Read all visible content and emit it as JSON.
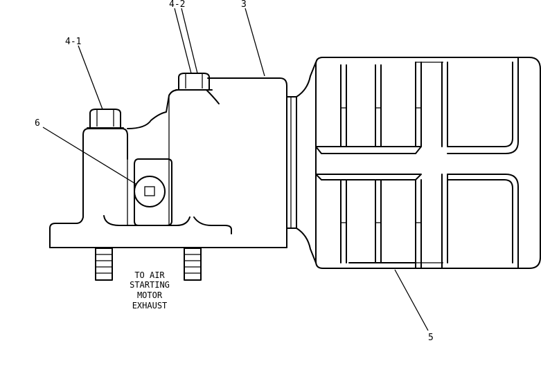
{
  "callouts": {
    "c41": "4-1",
    "c42": "4-2",
    "c3": "3",
    "c6": "6",
    "c5": "5"
  },
  "note": {
    "line1": "TO AIR",
    "line2": "STARTING",
    "line3": "MOTOR",
    "line4": "EXHAUST"
  }
}
